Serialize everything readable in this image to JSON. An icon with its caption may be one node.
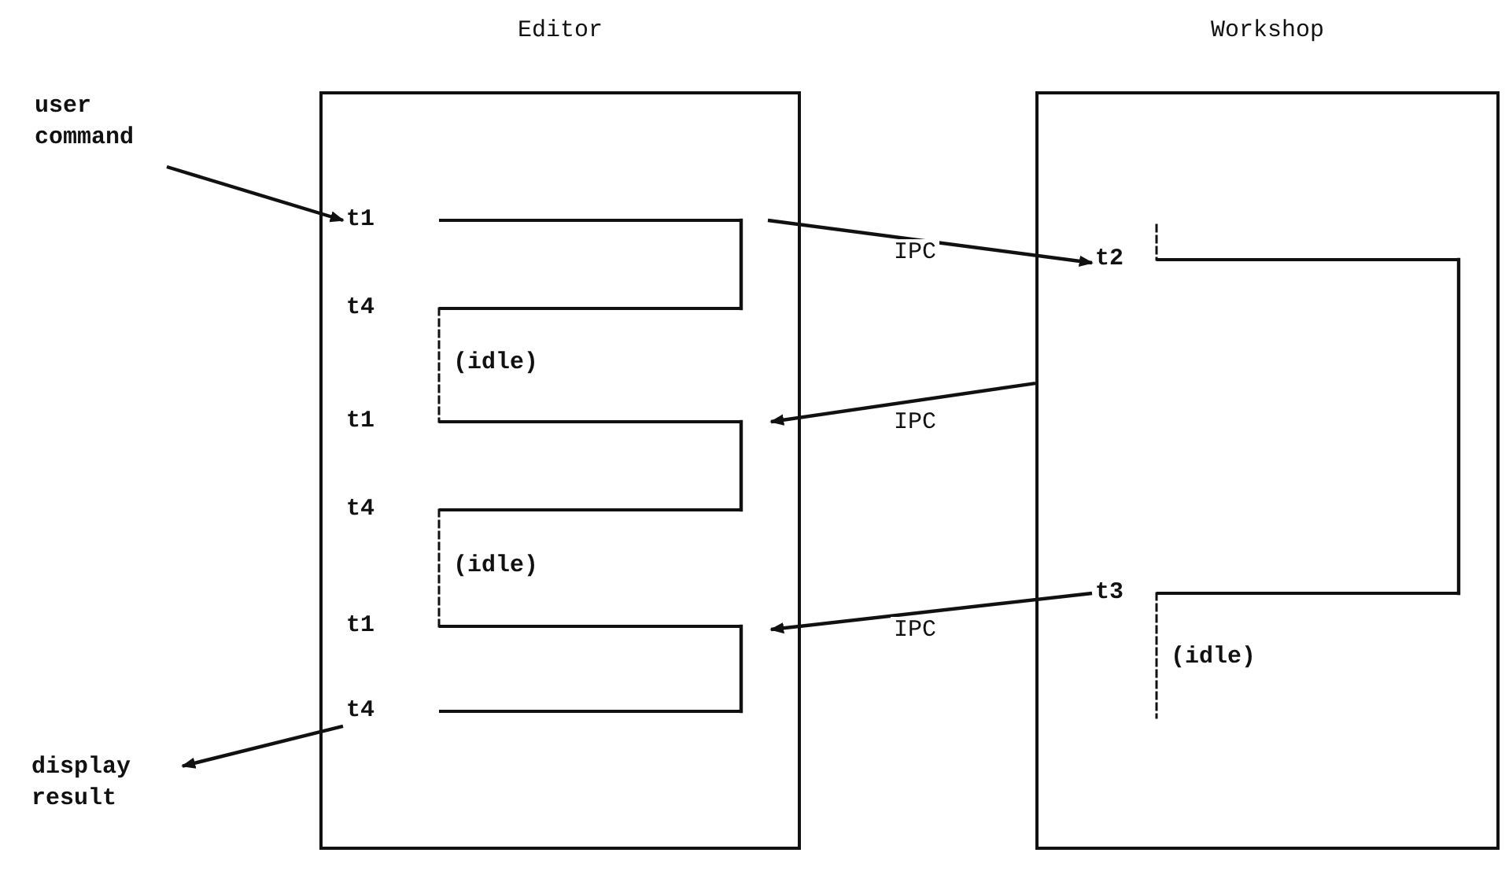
{
  "diagram": {
    "nodes": [
      {
        "text": [
          "Editor"
        ]
      },
      {
        "text": [
          "Workshop"
        ]
      },
      {
        "text": [
          "user command"
        ]
      },
      {
        "text": [
          "t1"
        ],
        "in": 0
      },
      {
        "text": [
          "t4"
        ],
        "in": 0
      },
      {
        "text": [
          "t1"
        ],
        "in": 0
      },
      {
        "text": [
          "t4"
        ],
        "in": 0
      },
      {
        "text": [
          "t1"
        ],
        "in": 0
      },
      {
        "text": [
          "t4"
        ],
        "in": 0
      },
      {
        "text": [
          "t2"
        ],
        "in": 1
      },
      {
        "text": [
          "t3"
        ],
        "in": 1
      },
      {
        "text": [
          "display result"
        ]
      }
    ],
    "edges": [
      {
        "from": 2,
        "to": 3,
        "arrow": "to"
      },
      {
        "from": 3,
        "to": 9,
        "arrow": "to",
        "label": "IPC"
      },
      {
        "from": 1,
        "to": 5,
        "arrow": "to",
        "label": "IPC"
      },
      {
        "from": 10,
        "to": 7,
        "arrow": "to",
        "label": "IPC"
      },
      {
        "from": 8,
        "to": 11,
        "arrow": "to"
      },
      {
        "from": 3,
        "to": 4,
        "arrow": "none"
      },
      {
        "from": 4,
        "to": 5,
        "arrow": "none",
        "style": "dashed"
      },
      {
        "from": 5,
        "to": 6,
        "arrow": "none"
      },
      {
        "from": 6,
        "to": 7,
        "arrow": "none",
        "style": "dashed"
      },
      {
        "from": 7,
        "to": 8,
        "arrow": "none"
      },
      {
        "from": null,
        "to": 9,
        "arrow": "none",
        "style": "dashed"
      },
      {
        "from": 9,
        "to": 10,
        "arrow": "none"
      },
      {
        "from": 10,
        "to": null,
        "arrow": "none",
        "style": "dashed"
      }
    ],
    "labels": [
      "(idle)",
      "(idle)",
      "(idle)"
    ]
  }
}
